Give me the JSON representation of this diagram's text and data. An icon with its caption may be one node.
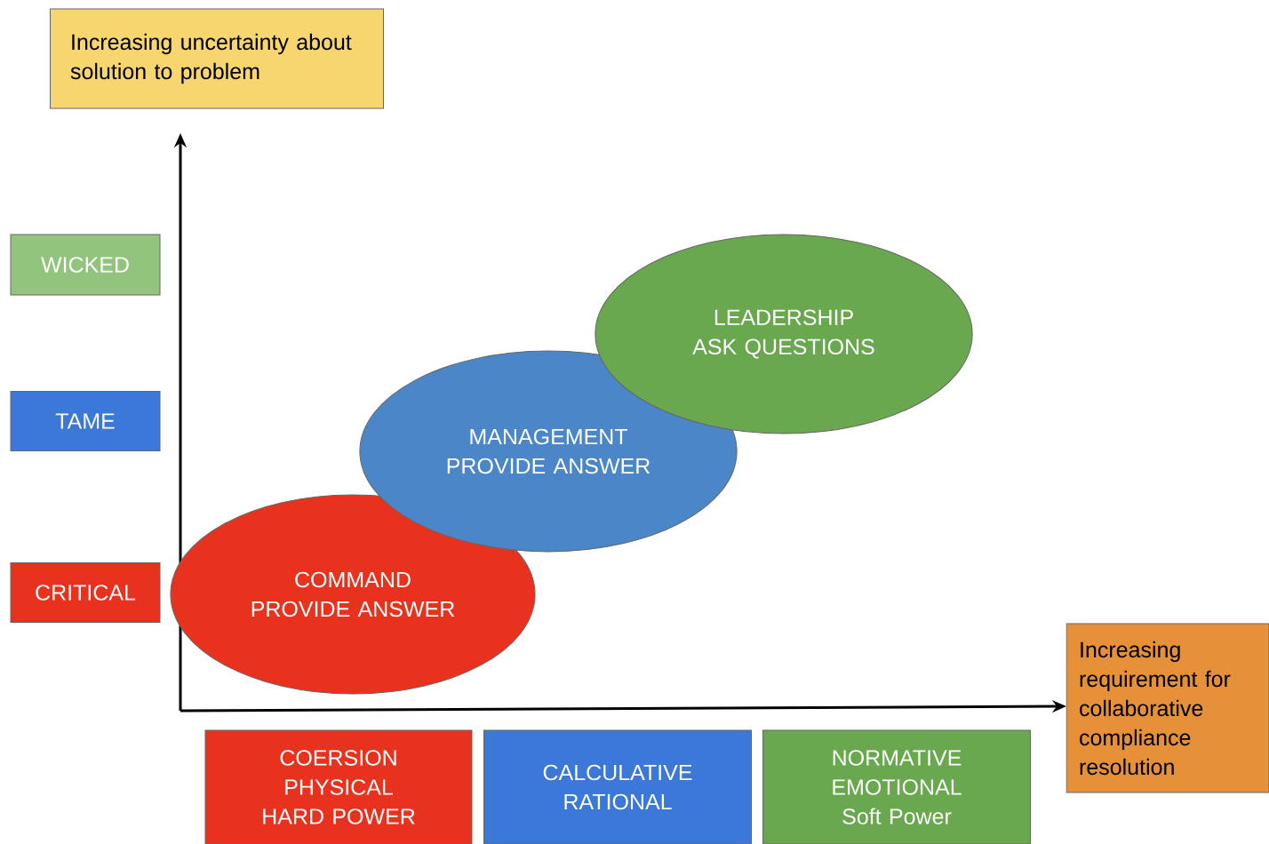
{
  "diagram": {
    "nodes": [
      {
        "text": [
          "Increasing uncertainty about solution to problem"
        ]
      },
      {
        "text": [
          "WICKED"
        ]
      },
      {
        "text": [
          "LEADERSHIP",
          "ASK QUESTIONS"
        ]
      },
      {
        "text": [
          "TAME"
        ]
      },
      {
        "text": [
          "MANAGEMENT",
          "PROVIDE ANSWER"
        ]
      },
      {
        "text": [
          "CRITICAL"
        ]
      },
      {
        "text": [
          "COMMAND",
          "PROVIDE ANSWER"
        ]
      },
      {
        "text": [
          "Increasing requirement for collaborative compliance resolution"
        ]
      },
      {
        "text": [
          "COERSION PHYSICAL",
          "HARD POWER"
        ]
      },
      {
        "text": [
          "CALCULATIVE RATIONAL"
        ]
      },
      {
        "text": [
          "NORMATIVE EMOTIONAL Soft Power"
        ]
      }
    ]
  }
}
